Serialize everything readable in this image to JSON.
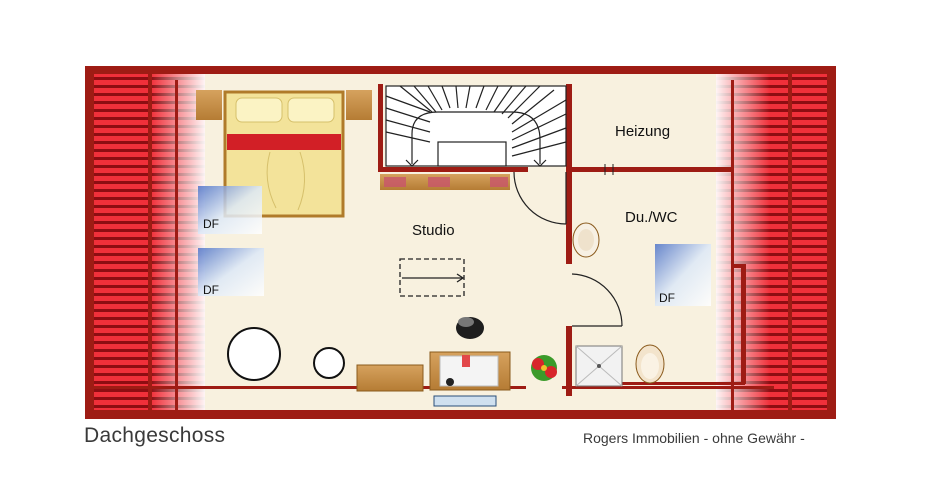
{
  "rooms": {
    "studio": "Studio",
    "heizung": "Heizung",
    "duwc": "Du./WC"
  },
  "skylights": [
    "DF",
    "DF",
    "DF"
  ],
  "captions": {
    "floor": "Dachgeschoss",
    "agency": "Rogers Immobilien - ohne Gewähr -"
  },
  "colors": {
    "roof_red": "#e8262e",
    "wall": "#9e1c14",
    "floor": "#f8f1df",
    "bed_yellow": "#f3e39a"
  }
}
